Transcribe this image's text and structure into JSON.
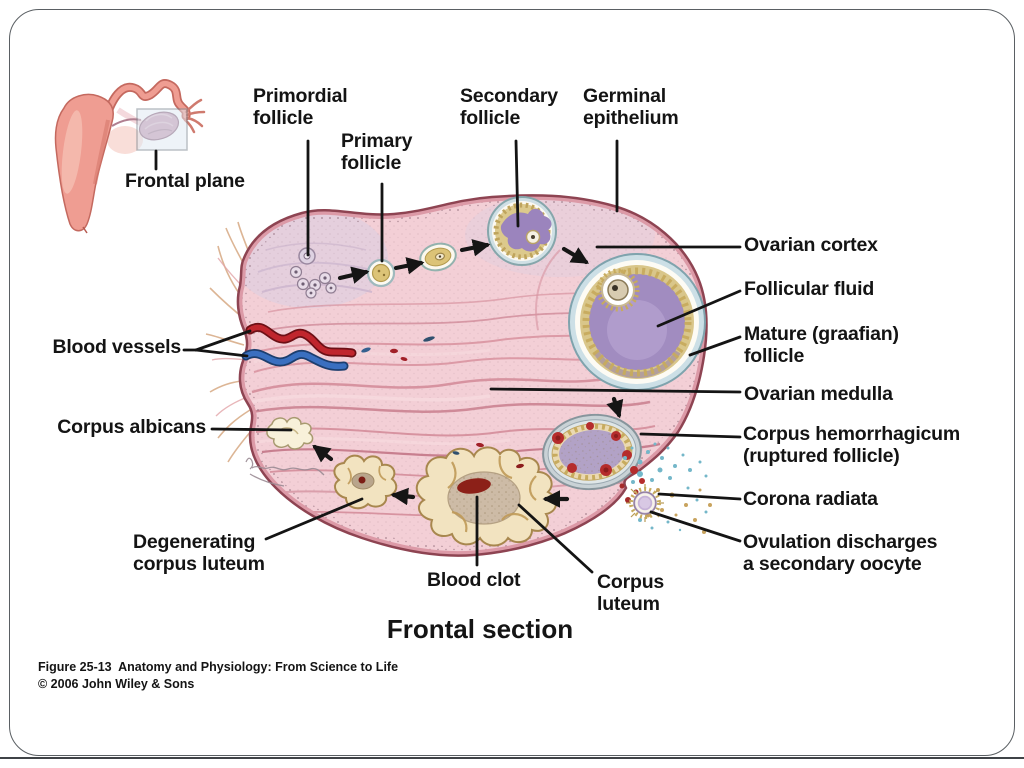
{
  "figure": {
    "title": "Frontal section",
    "caption_line1": "Figure 25-13  Anatomy and Physiology: From Science to Life",
    "caption_line2": "© 2006 John Wiley & Sons"
  },
  "labels": {
    "frontal_plane": "Frontal plane",
    "primordial_follicle": "Primordial\nfollicle",
    "primary_follicle": "Primary\nfollicle",
    "secondary_follicle": "Secondary\nfollicle",
    "germinal_epithelium": "Germinal\nepithelium",
    "ovarian_cortex": "Ovarian cortex",
    "follicular_fluid": "Follicular fluid",
    "mature_graafian_follicle": "Mature (graafian)\nfollicle",
    "ovarian_medulla": "Ovarian medulla",
    "corpus_hemorrhagicum": "Corpus hemorrhagicum\n(ruptured follicle)",
    "corona_radiata": "Corona radiata",
    "ovulation_discharges": "Ovulation discharges\na secondary oocyte",
    "blood_vessels": "Blood vessels",
    "corpus_albicans": "Corpus albicans",
    "degenerating_corpus_luteum": "Degenerating\ncorpus luteum",
    "blood_clot": "Blood clot",
    "corpus_luteum": "Corpus\nluteum"
  },
  "colors": {
    "ink": "#141414",
    "ovary-pink": "#f3cfd6",
    "ovary-rim": "#8e4452",
    "follicle-purple": "#a18cc0",
    "granulosa-yellow": "#dcc98c",
    "vessel-red": "#c0262d",
    "vessel-blue": "#3a6fc0",
    "luteum-cream": "#f2e3c0",
    "clot-red": "#8c2018"
  }
}
